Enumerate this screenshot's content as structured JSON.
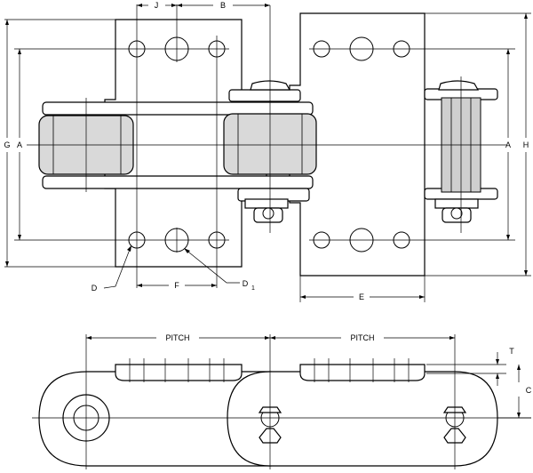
{
  "labels": {
    "j": "J",
    "b": "B",
    "g": "G",
    "a_left": "A",
    "a_right": "A",
    "h": "H",
    "d": "D",
    "f": "F",
    "d1_letter": "D",
    "d1_sub": "1",
    "e": "E",
    "pitch_left": "PITCH",
    "pitch_right": "PITCH",
    "t": "T",
    "c": "C"
  }
}
